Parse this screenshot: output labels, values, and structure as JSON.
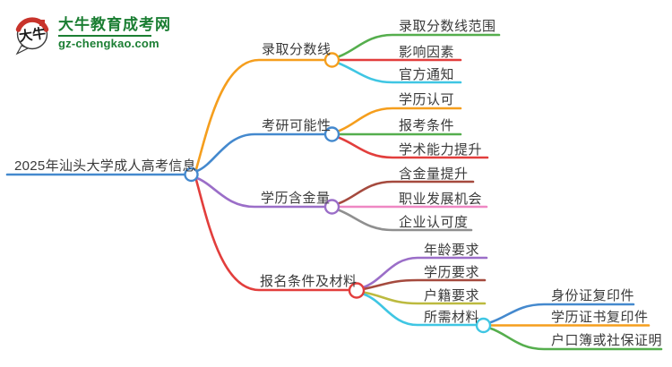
{
  "logo": {
    "site_name": "大牛教育成考网",
    "site_url": "gz-chengkao.com",
    "icon_text": "大牛"
  },
  "palette": {
    "orange": "#F59E1D",
    "blue": "#4489CE",
    "purple": "#9B6EC8",
    "red": "#E23E3C",
    "green": "#55AE4D",
    "cyan": "#3FC6E3",
    "brown": "#A54A3E",
    "pink": "#EF87C3",
    "gray": "#8F8F8F",
    "olive": "#BCBA3F",
    "text": "#3A3A3A",
    "logo_green": "#1B7E33",
    "logo_red": "#C8332B",
    "node_fill": "#FFFFFF"
  },
  "mindmap": {
    "root": {
      "label": "2025年汕头大学成人高考信息"
    },
    "branches": [
      {
        "label": "录取分数线",
        "children": [
          {
            "label": "录取分数线范围"
          },
          {
            "label": "影响因素"
          },
          {
            "label": "官方通知"
          }
        ]
      },
      {
        "label": "考研可能性",
        "children": [
          {
            "label": "学历认可"
          },
          {
            "label": "报考条件"
          },
          {
            "label": "学术能力提升"
          }
        ]
      },
      {
        "label": "学历含金量",
        "children": [
          {
            "label": "含金量提升"
          },
          {
            "label": "职业发展机会"
          },
          {
            "label": "企业认可度"
          }
        ]
      },
      {
        "label": "报名条件及材料",
        "children": [
          {
            "label": "年龄要求"
          },
          {
            "label": "学历要求"
          },
          {
            "label": "户籍要求"
          },
          {
            "label": "所需材料",
            "children": [
              {
                "label": "身份证复印件"
              },
              {
                "label": "学历证书复印件"
              },
              {
                "label": "户口簿或社保证明"
              }
            ]
          }
        ]
      }
    ]
  }
}
